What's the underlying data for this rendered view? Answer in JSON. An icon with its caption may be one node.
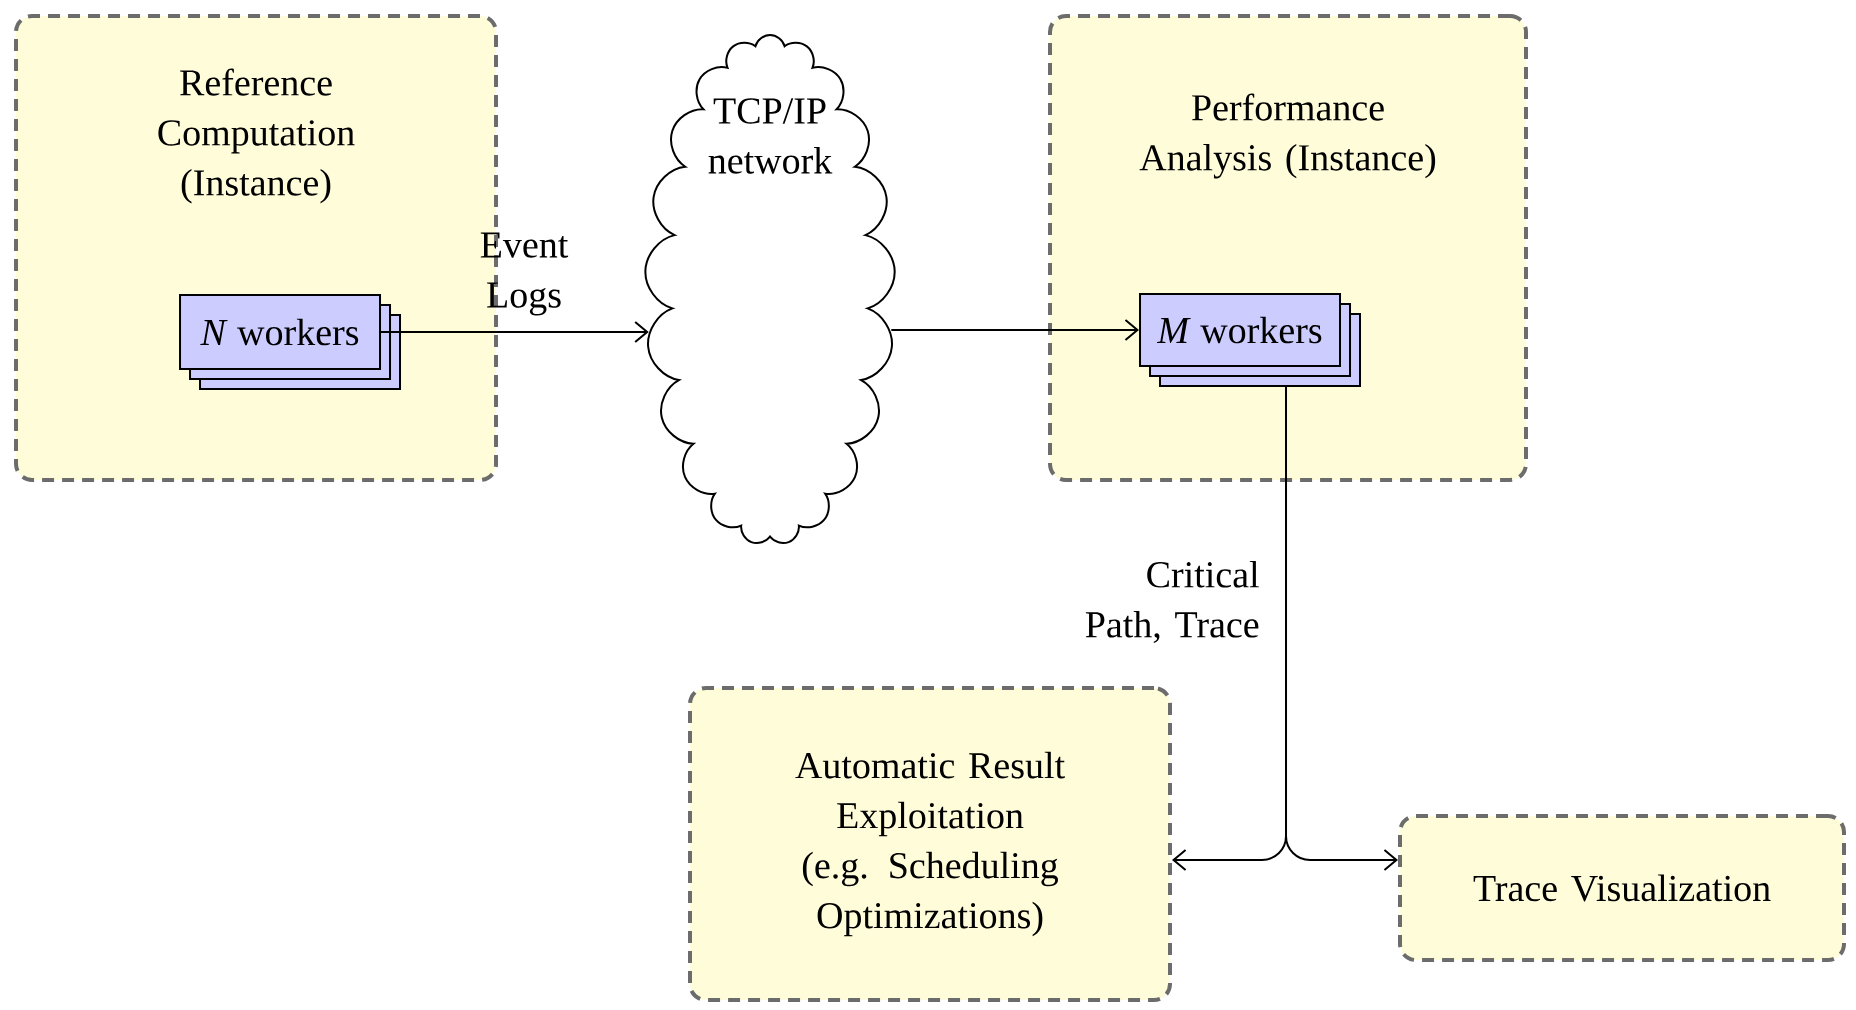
{
  "diagram": {
    "nodes": [
      {
        "text": [
          "Reference Computation (Instance)"
        ]
      },
      {
        "text": [
          "*N* workers"
        ],
        "in": 0
      },
      {
        "text": [
          "TCP/IP network"
        ]
      },
      {
        "text": [
          "Performance Analysis (Instance)"
        ]
      },
      {
        "text": [
          "*M* workers"
        ],
        "in": 3
      },
      {
        "text": [
          "Automatic Result Exploitation (e.g. Scheduling Optimizations)"
        ]
      },
      {
        "text": [
          "Trace Visualization"
        ]
      }
    ],
    "edges": [
      {
        "from": 1,
        "to": 2,
        "arrow": "to",
        "label": "Event Logs"
      },
      {
        "from": 2,
        "to": 4,
        "arrow": "to"
      },
      {
        "from": 4,
        "to": 5,
        "arrow": "to",
        "label": "Critical Path, Trace"
      },
      {
        "from": 4,
        "to": 6,
        "arrow": "to"
      }
    ]
  }
}
